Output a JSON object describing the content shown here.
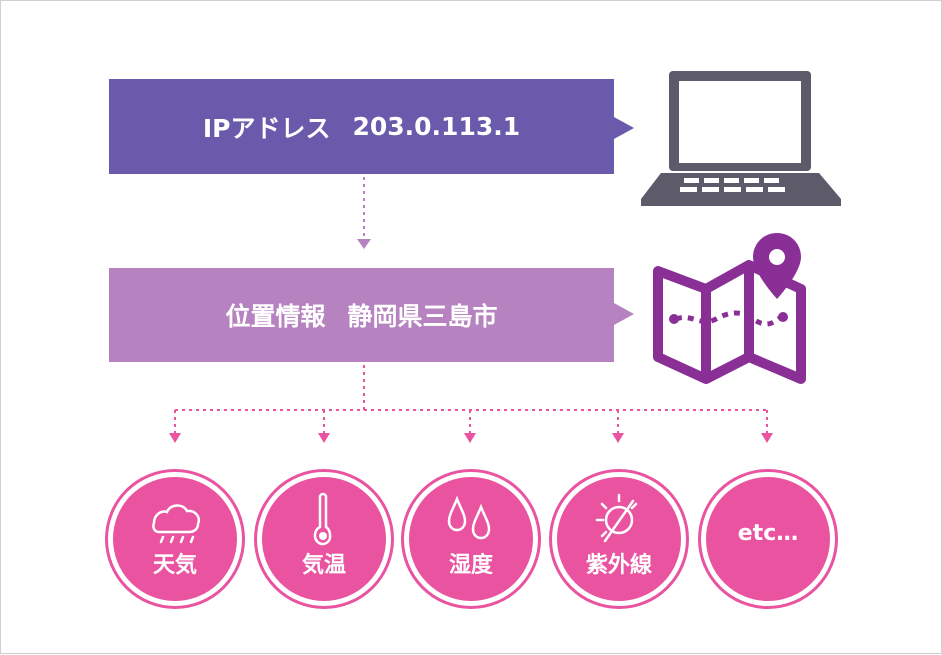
{
  "ip_box": {
    "label": "IPアドレス",
    "value": "203.0.113.1"
  },
  "location_box": {
    "label": "位置情報",
    "value": "静岡県三島市"
  },
  "items": [
    {
      "label": "天気",
      "icon": "cloud-rain-icon"
    },
    {
      "label": "気温",
      "icon": "thermometer-icon"
    },
    {
      "label": "湿度",
      "icon": "water-drops-icon"
    },
    {
      "label": "紫外線",
      "icon": "sun-off-icon"
    },
    {
      "label": "etc…",
      "icon": ""
    }
  ],
  "colors": {
    "ip_box": "#6a5aab",
    "location_box": "#b682c0",
    "circles": "#e953a0",
    "laptop": "#5d5a6a",
    "map": "#8a2f96"
  }
}
